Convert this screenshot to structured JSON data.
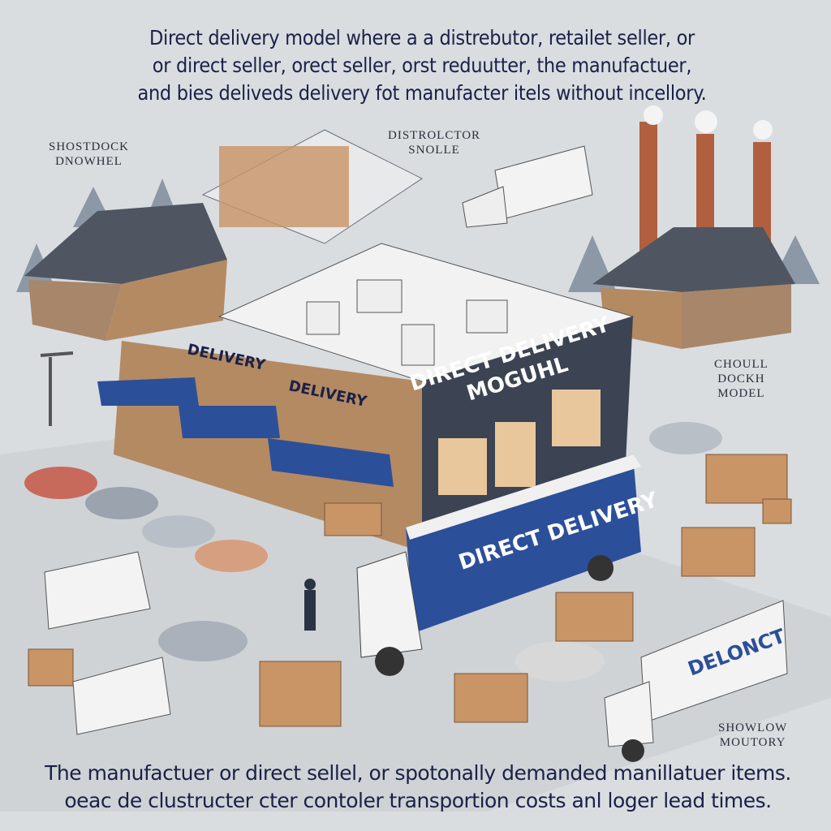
{
  "headline": {
    "line1": "Direct delivery model where a a distrebutor, retailet seller, or",
    "line2": "or direct seller, orect seller, orst reduutter, the manufactuer,",
    "line3": "and bies deliveds delivery fot manufacter itels without incellory."
  },
  "labels": {
    "top_left": [
      "SHOSTDOCK",
      "DNOWHEL"
    ],
    "distributor": [
      "DISTROLCTOR",
      "SNOLLE"
    ],
    "right_model": [
      "CHOULL",
      "DOCKH",
      "MODEL"
    ],
    "bottom_right": [
      "SHOWLOW",
      "MOUTORY"
    ]
  },
  "signs": {
    "store_main": [
      "DIRECT DELIVERY",
      "MOGUHL"
    ],
    "store_facade": [
      "DELIVERY",
      "DELIVERY"
    ],
    "truck_main": "DIRECT DELIVERY",
    "truck_right": "DELONCT"
  },
  "footer": {
    "line1": "The manufactuer or direct sellel, or spotonally demanded manillatuer items.",
    "line2": "oeac de clustructer cter contoler transportion costs anl loger lead times."
  },
  "colors": {
    "background": "#d9dde0",
    "text": "#1b2147",
    "accent_blue": "#2c4f9a",
    "brick": "#b0603f",
    "cardboard": "#c99466"
  }
}
